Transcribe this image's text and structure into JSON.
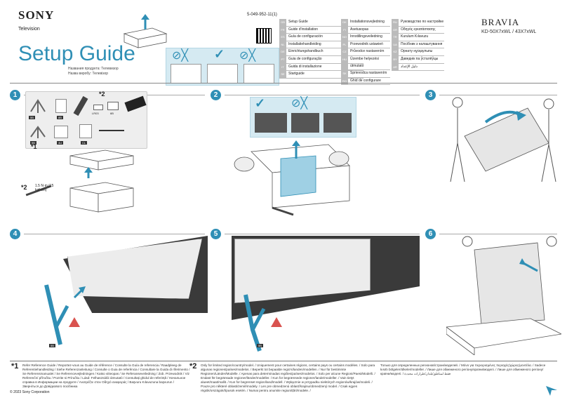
{
  "header": {
    "brand": "SONY",
    "product_line": "Television",
    "title": "Setup Guide",
    "subtitles": [
      "Названия продукта: Телевизор",
      "Назва виробу: Телевізор"
    ],
    "part_number": "5-049-952-11(1)",
    "model_family": "BRAVIA",
    "model_numbers": "KD-50X7xWL / 43X7xWL"
  },
  "languages": {
    "col1": [
      {
        "code": "GB",
        "label": "Setup Guide"
      },
      {
        "code": "FR",
        "label": "Guide d'installation"
      },
      {
        "code": "ES",
        "label": "Guía de configuración"
      },
      {
        "code": "NL",
        "label": "Installatiehandleiding"
      },
      {
        "code": "DE",
        "label": "Einrichtungshandbuch"
      },
      {
        "code": "PT",
        "label": "Guia de configuração"
      },
      {
        "code": "IT",
        "label": "Guida di installazione"
      },
      {
        "code": "SE",
        "label": "Startguide"
      }
    ],
    "col2": [
      {
        "code": "DK",
        "label": "Installationsvejledning"
      },
      {
        "code": "FI",
        "label": "Asetusopas"
      },
      {
        "code": "NO",
        "label": "Innstillingsveiledning"
      },
      {
        "code": "PL",
        "label": "Przewodnik ustawień"
      },
      {
        "code": "CZ",
        "label": "Průvodce nastavením"
      },
      {
        "code": "HU",
        "label": "Üzembe helyezési útmutató"
      },
      {
        "code": "SK",
        "label": "Sprievodca nastavením"
      },
      {
        "code": "RO",
        "label": "Ghid de configurare"
      }
    ],
    "col3": [
      {
        "code": "RU",
        "label": "Руководство по настройке"
      },
      {
        "code": "GR",
        "label": "Οδηγός εγκατάστασης"
      },
      {
        "code": "TR",
        "label": "Kurulum Kılavuzu"
      },
      {
        "code": "UA",
        "label": "Посібник з налаштування"
      },
      {
        "code": "KZ",
        "label": "Орнату нұсқаулығы"
      },
      {
        "code": "BY",
        "label": "Даведнік па ўсталёўцы"
      },
      {
        "code": "AR",
        "label": "دليل الإعداد"
      }
    ]
  },
  "steps": [
    {
      "number": "1"
    },
    {
      "number": "2"
    },
    {
      "number": "3"
    },
    {
      "number": "4"
    },
    {
      "number": "5"
    },
    {
      "number": "6"
    }
  ],
  "parts": {
    "star2": "*2",
    "star1": "*1",
    "labels": [
      "5B",
      "8B",
      "LR03",
      "6B",
      "5B",
      "4U",
      "CL"
    ],
    "torque": "1.5 N·m {15 kgf·cm}",
    "torque_alt": "1.5 N·m"
  },
  "footer": {
    "note1_mark": "*1",
    "note1": "Refer Reference Guide / Reportez-vous au Guide de référence / Consulte la Guía de referencia / Raadpleeg de Referentiehandleiding / Siehe Referenzanleitung / Consulte o Guia de referência / Consultare la Guida di riferimento / Se Referensmanualet / Se Referencevejledningen / Katso viiteopas / Se Referanseveiledning / Zob. Przewodnik / Viz Referenční příručku / Pozrite si Príručku / Lásd: Felhasználói útmutató / Consultați ghidul de referință / Начальное справка в Информации на продукте / Ανατρέξτε στον Οδηγό αναφοράς / Başvuru Kılavuzuna başvurun / Зверніться до Довідкового посібника",
    "note2_mark": "*2",
    "note2a": "Only for limited region/country/model. / Uniquement pour certaines régions, certains pays ou certains modèles. / Solo para algunas regiones/países/modelos. / Beperkt tot bepaalde regio's/landen/modellen. / Nur für bestimmte Regionen/Länder/Modelle. / Apenas para determinadas regiões/países/modelos. / Solo per alcune Regioni/Paesi/Modelli. / Endast för begränsade regioner/länder/modeller. / Kun for begrænsede regioner/lande/modeller. / Vain tietyt alueet/maat/mallit. / Kun for begrenset region/land/modell. / Wyłącznie w przypadku niektórych regionów/krajów/modeli. / Pouze pro některé oblasti/země/modely. / Len pre obmedzenú oblasť/krajinu/obmedzený model. / Csak egyes régiók/országok/típusok esetén. / Numai pentru anumite regiuni/țări/modele. /",
    "note2b": "Только для определенных регионов/стран/моделей. / Μόνο για περιορισμένες περιοχές/χώρες/μοντέλα. / Sadece kısıtlı bölgeler/ülkeler/modeller. / Лише для обмеженого регіону/країни/моделі. / Лише для обмеженого регіону/країни/моделі. / فقط لمناطق/بلدان/طرازات محددة",
    "copyright": "© 2023 Sony Corporation"
  }
}
